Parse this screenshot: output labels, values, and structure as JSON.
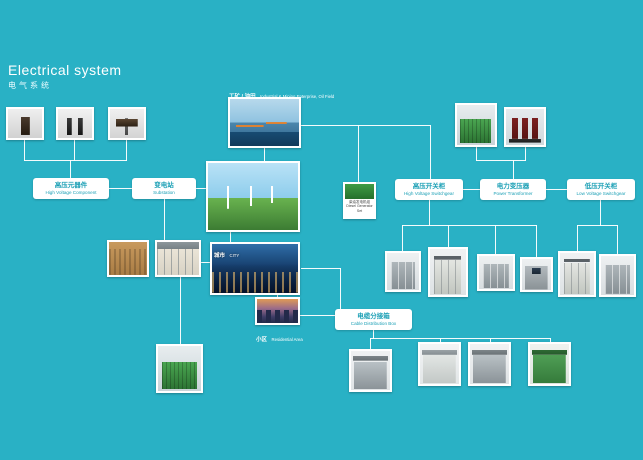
{
  "title": {
    "en": "Electrical system",
    "zh": "电气系统"
  },
  "colors": {
    "background": "#29b1c5",
    "node_text": "#1a9fb5",
    "connector": "#ffffff"
  },
  "nodes": {
    "high_voltage_component": {
      "zh": "高压元器件",
      "en": "High Voltage Component"
    },
    "substation": {
      "zh": "变电站",
      "en": "Substation"
    },
    "high_voltage_switchgear": {
      "zh": "高压开关柜",
      "en": "High Voltage Switchgear"
    },
    "power_transformer": {
      "zh": "电力变压器",
      "en": "Power Transformer"
    },
    "low_voltage_switchgear": {
      "zh": "低压开关柜",
      "en": "Low Voltage Switchgear"
    },
    "cable_distribution_box": {
      "zh": "电缆分接箱",
      "en": "Cable Distribution Box"
    }
  },
  "scenes": {
    "industrial": {
      "zh": "工矿 / 油田",
      "en": "Industrial & Mining Enterprise, Oil Field"
    },
    "city": {
      "zh": "城市",
      "en": "CITY"
    },
    "residential": {
      "zh": "小区",
      "en": "Residential Area"
    },
    "generator": {
      "zh": "柴油发电机组",
      "en": "Diesel Generator Set"
    }
  }
}
